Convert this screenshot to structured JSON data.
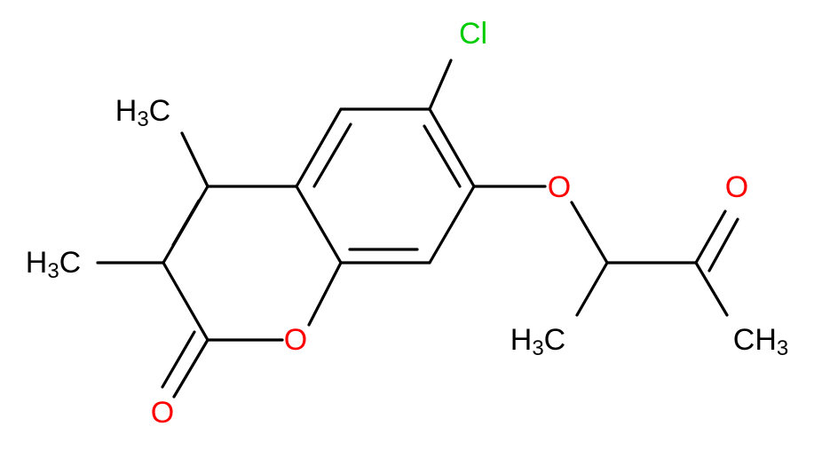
{
  "atom_colors": {
    "C": "#000000",
    "O": "#ff0000",
    "Cl": "#00cc00"
  },
  "labels": {
    "chlorine": "Cl",
    "ether_oxygen": "O",
    "ketone_oxygen": "O",
    "ring_oxygen": "O",
    "lactone_carbonyl_oxygen": "O",
    "methyl_c4": {
      "main": "H",
      "sub": "3",
      "tail": "C"
    },
    "methyl_c3": {
      "main": "H",
      "sub": "3",
      "tail": "C"
    },
    "methyl_chain": {
      "main": "H",
      "sub": "3",
      "tail": "C"
    },
    "methyl_acetyl": {
      "main": "CH",
      "sub": "3"
    }
  }
}
